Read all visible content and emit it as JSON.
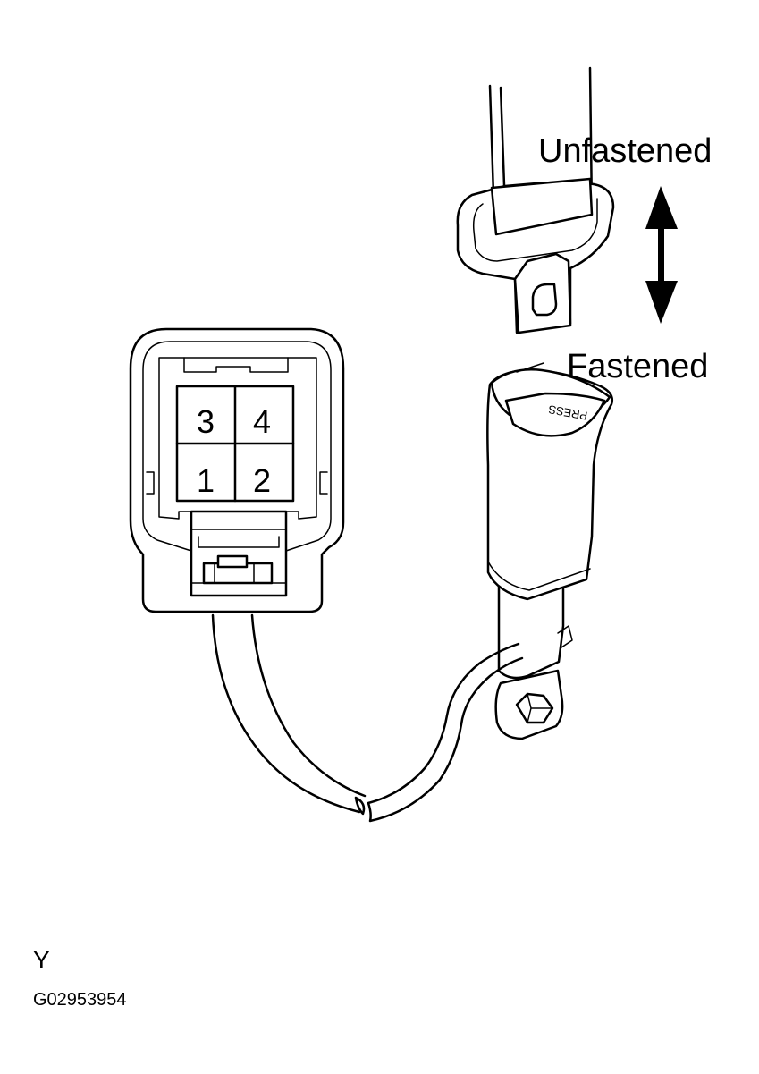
{
  "labels": {
    "unfastened": "Unfastened",
    "fastened": "Fastened",
    "press": "PRESS",
    "view": "Y",
    "figure_id": "G02953954"
  },
  "connector": {
    "pins": [
      "3",
      "4",
      "1",
      "2"
    ]
  },
  "colors": {
    "line": "#000000",
    "background": "#ffffff"
  }
}
